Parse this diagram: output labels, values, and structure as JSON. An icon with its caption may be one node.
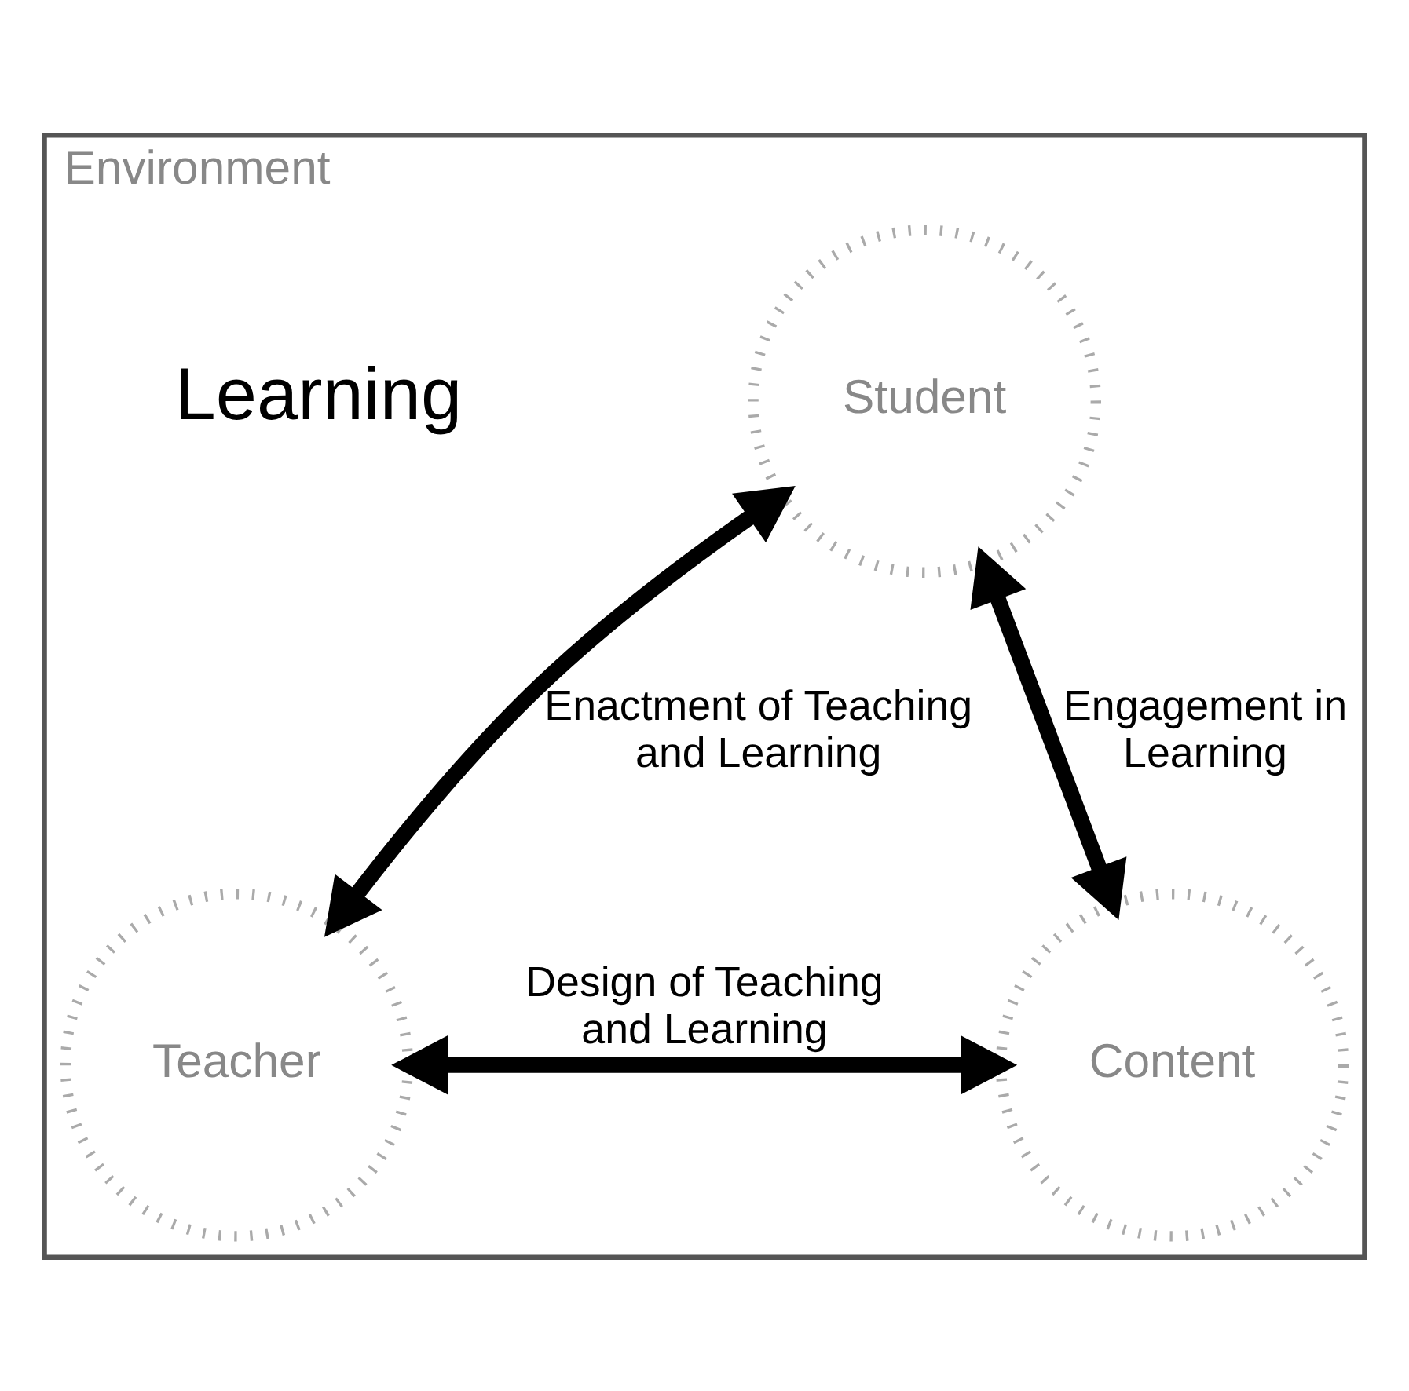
{
  "diagram": {
    "nodes": [
      {
        "text": [
          "Environment"
        ]
      },
      {
        "text": [
          "Student"
        ],
        "in": 0
      },
      {
        "text": [
          "Teacher"
        ],
        "in": 0
      },
      {
        "text": [
          "Content"
        ],
        "in": 0
      }
    ],
    "edges": [
      {
        "from": 1,
        "to": 2,
        "arrow": "both",
        "label": "Enactment of Teaching and Learning"
      },
      {
        "from": 1,
        "to": 3,
        "arrow": "both",
        "label": "Engagement in Learning"
      },
      {
        "from": 2,
        "to": 3,
        "arrow": "both",
        "label": "Design of Teaching and Learning"
      }
    ],
    "labels": [
      "Learning"
    ]
  }
}
